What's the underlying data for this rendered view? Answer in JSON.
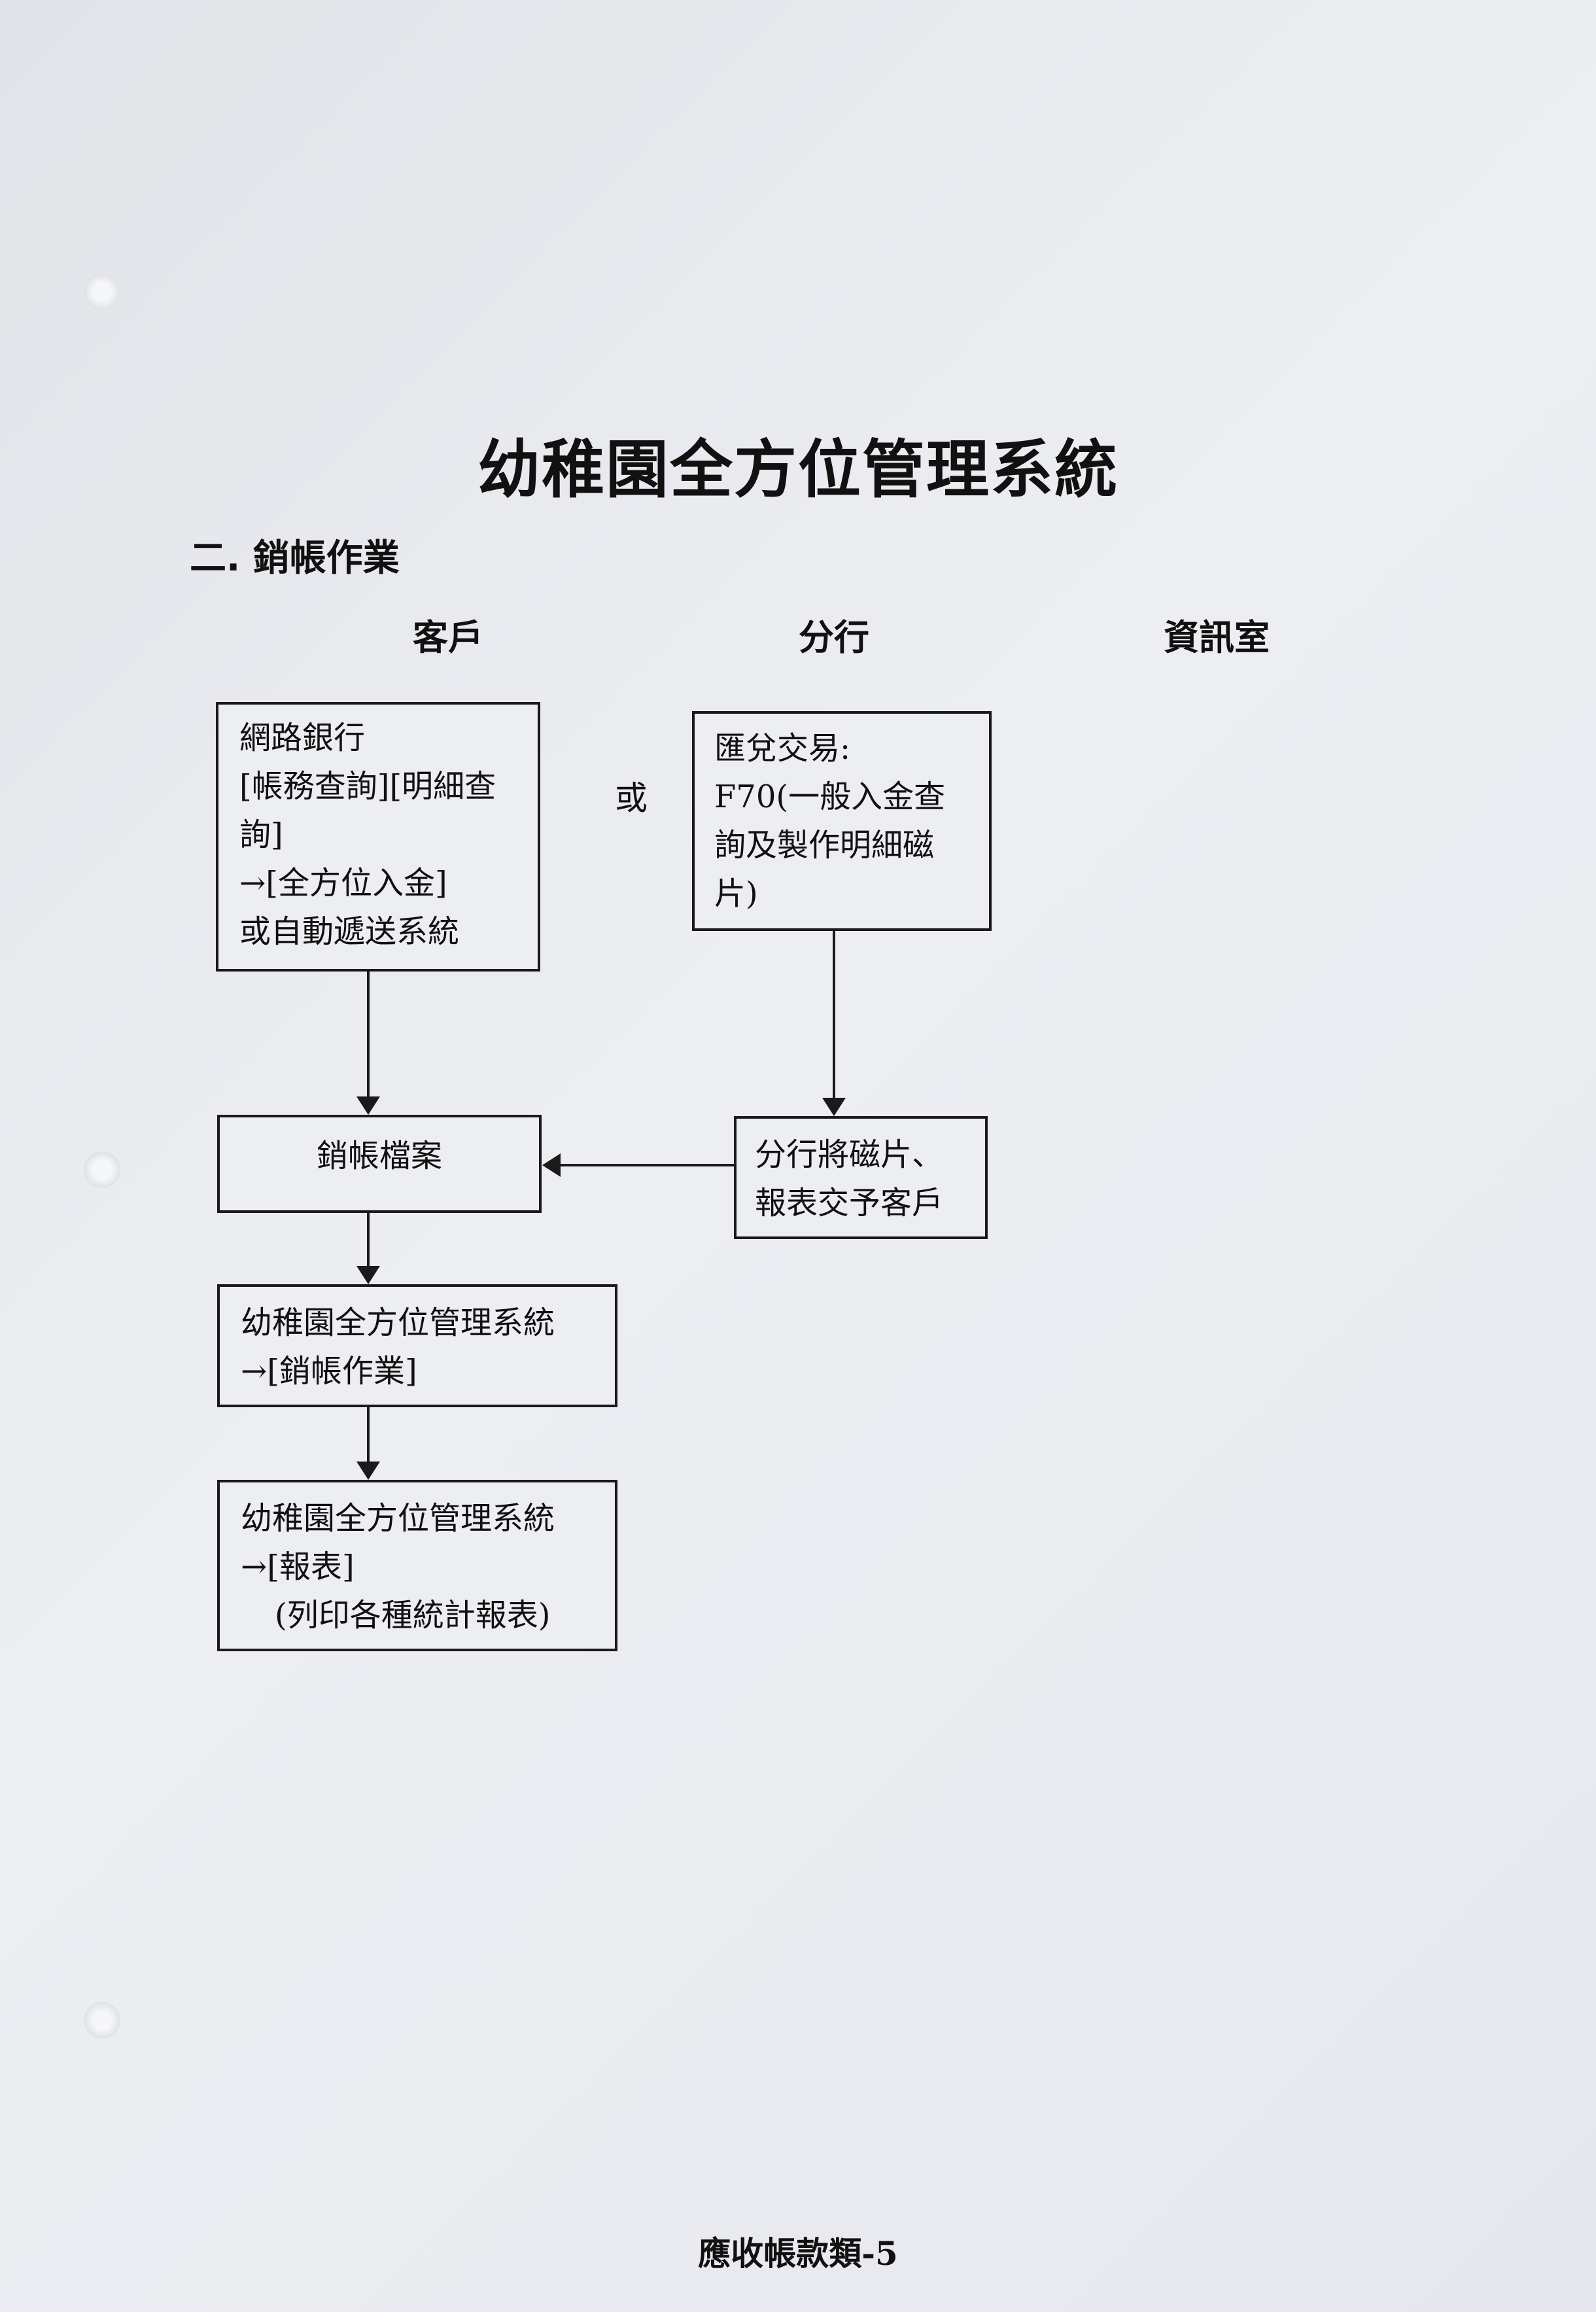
{
  "title": "幼稚園全方位管理系統",
  "section": "二. 銷帳作業",
  "columns": [
    "客戶",
    "分行",
    "資訊室"
  ],
  "or_label": "或",
  "boxes": {
    "internet_banking": [
      "網路銀行",
      "[帳務查詢][明細查",
      "詢]",
      "→[全方位入金]",
      "或自動遞送系統"
    ],
    "remittance": [
      "匯兌交易:",
      "F70(一般入金查",
      "詢及製作明細磁",
      "片)"
    ],
    "writeoff_file": [
      "銷帳檔案"
    ],
    "branch_delivery": [
      "分行將磁片、",
      "報表交予客戶"
    ],
    "system_writeoff": [
      "幼稚園全方位管理系統",
      "→[銷帳作業]"
    ],
    "system_report": [
      "幼稚園全方位管理系統",
      "→[報表]",
      "(列印各種統計報表)"
    ]
  },
  "footer": "應收帳款類-5"
}
